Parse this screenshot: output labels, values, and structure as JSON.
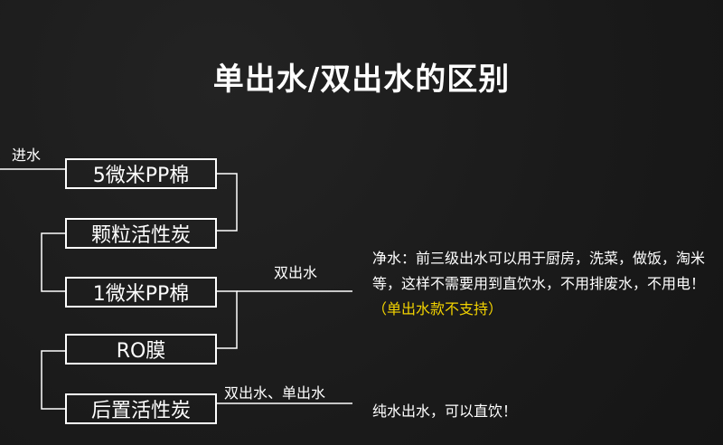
{
  "title": "单出水/双出水的区别",
  "inlet_label": "进水",
  "stages": [
    {
      "label": "5微米PP棉"
    },
    {
      "label": "颗粒活性炭"
    },
    {
      "label": "1微米PP棉"
    },
    {
      "label": "RO膜"
    },
    {
      "label": "后置活性炭"
    }
  ],
  "outputs": {
    "dual_label": "双出水",
    "dual_single_label": "双出水、单出水"
  },
  "descriptions": {
    "clean_water_text": "净水：前三级出水可以用于厨房，洗菜，做饭，淘米等，这样不需要用到直饮水，不用排废水，不用电！",
    "clean_water_note": "（单出水款不支持）",
    "pure_water_text": "纯水出水，可以直饮！"
  },
  "colors": {
    "background": "#1c1c1c",
    "text": "#ffffff",
    "note": "#f2d200"
  }
}
